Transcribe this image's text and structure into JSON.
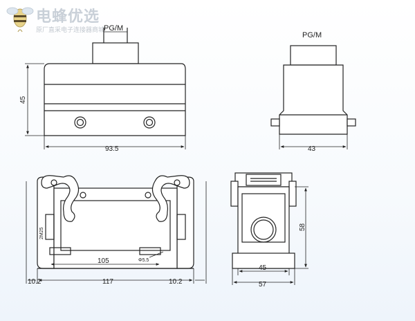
{
  "watermark": {
    "title": "电蜂优选",
    "subtitle": "原厂直采电子连接器商城"
  },
  "top_left_view": {
    "thread_label": "PG/M",
    "height_label": "45",
    "width_label": "93.5"
  },
  "top_right_view": {
    "thread_label": "PG/M",
    "width_label": "43"
  },
  "bottom_left_view": {
    "screw_label": "2M25",
    "hole_spacing_label": "105",
    "hole_label": "Φ5.5",
    "overall_label": "117",
    "left_offset_label": "10.2",
    "right_offset_label": "10.2"
  },
  "bottom_right_view": {
    "height_label": "58",
    "inner_width_label": "45",
    "outer_width_label": "57"
  }
}
